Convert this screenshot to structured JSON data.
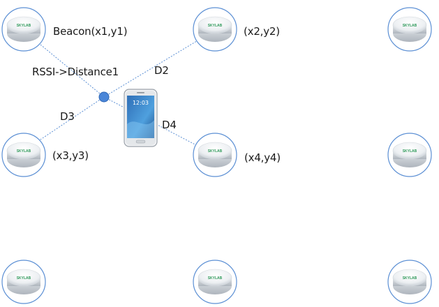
{
  "diagram": {
    "beacon_brand": "SKYLAB",
    "labels": {
      "beacon1": "Beacon(x1,y1)",
      "beacon2": "(x2,y2)",
      "beacon3": "(x3,y3)",
      "beacon4": "(x4,y4)",
      "rssi": "RSSI->Distance1",
      "d2": "D2",
      "d3": "D3",
      "d4": "D4"
    },
    "phone_time": "12:03",
    "colors": {
      "ring": "#5b8fd4",
      "dashed_line": "#5b8fd4",
      "position_dot": "#4a86d8",
      "brand_text": "#2f9a5a"
    },
    "icons": [
      "beacon-icon",
      "smartphone-icon",
      "position-dot-icon"
    ]
  }
}
